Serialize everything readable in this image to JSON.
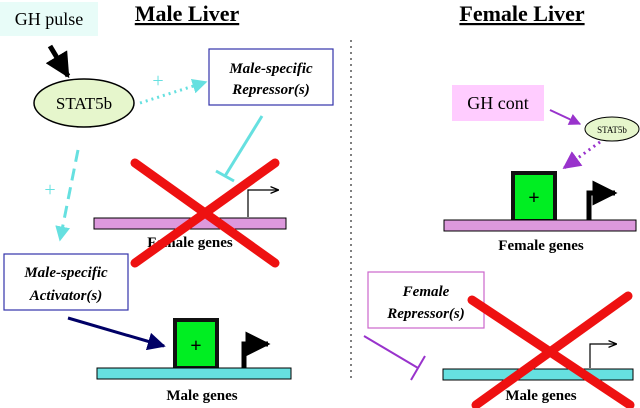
{
  "male_panel": {
    "title": "Male Liver",
    "gh_pulse": "GH pulse",
    "stat5b": "STAT5b",
    "plus_to_repressor": "+",
    "plus_to_activator": "+",
    "repressor_line1": "Male-specific",
    "repressor_line2": "Repressor(s)",
    "activator_line1": "Male-specific",
    "activator_line2": "Activator(s)",
    "female_genes": "Female genes",
    "male_genes": "Male genes",
    "box_plus": "+"
  },
  "female_panel": {
    "title": "Female Liver",
    "gh_cont": "GH cont",
    "stat5b": "STAT5b",
    "repressor_line1": "Female",
    "repressor_line2": "Repressor(s)",
    "female_genes": "Female genes",
    "male_genes": "Male genes",
    "box_plus": "+"
  },
  "colors": {
    "cyan": "#66e0e0",
    "pink": "#dd99dd",
    "purple": "#9933cc",
    "green": "#00ee22",
    "red": "#ee1111",
    "navy": "#000066",
    "pale_cyan": "#e8fcf8",
    "pale_pink": "#ffccff",
    "oval_green": "#e6f6cc",
    "box_border": "#3333aa",
    "magenta_border": "#cc66cc"
  }
}
